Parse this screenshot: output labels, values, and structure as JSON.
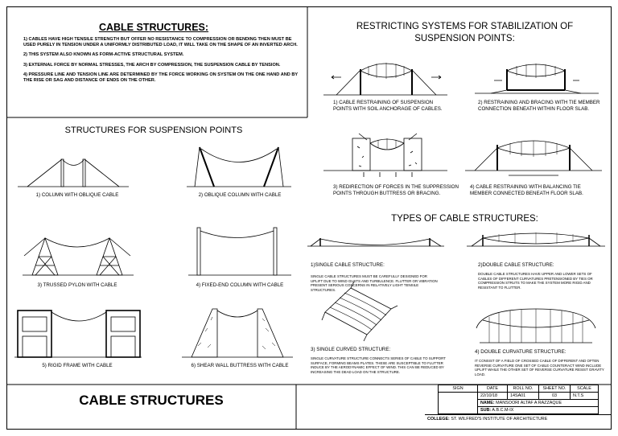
{
  "intro": {
    "title": "CABLE STRUCTURES:",
    "points": [
      "1) CABLES HAVE HIGH TENSILE STRENGTH BUT OFFER NO RESISTANCE TO COMPRESSION OR BENDING THEN MUST BE USED PURELY IN TENSION UNDER A UNIFORMLY DISTRIBUTED LOAD, IT WILL TAKE ON THE SHAPE OF AN INVERTED ARCH.",
      "2) THIS SYSTEM ALSO KNOWN AS FORM-ACTIVE STRUCTURAL SYSTEM.",
      "3) EXTERNAL FORCE BY NORMAL STRESSES, THE ARCH BY COMPRESSION, THE SUSPENSION CABLE BY TENSION.",
      "4) PRESSURE LINE AND TENSION LINE ARE DETERMINED BY THE FORCE WORKING ON SYSTEM ON THE ONE HAND AND BY THE RISE OR SAG AND DISTANCE OF ENDS ON THE OTHER."
    ]
  },
  "suspension": {
    "title": "STRUCTURES FOR SUSPENSION POINTS",
    "captions": [
      "1) COLUMN WITH OBLIQUE CABLE",
      "2) OBLIQUE COLUMN WITH CABLE",
      "3) TRUSSED PYLON WITH CABLE",
      "4) FIXED-END COLUMN WITH CABLE",
      "5) RIGID FRAME WITH CABLE",
      "6) SHEAR WALL BUTTRESS WITH CABLE"
    ]
  },
  "restricting": {
    "title_line1": "RESTRICTING SYSTEMS FOR STABILIZATION OF",
    "title_line2": "SUSPENSION POINTS:",
    "captions": [
      [
        "1) CABLE RESTRAINING OF SUSPENSION",
        "POINTS WITH SOIL ANCHORAGE OF CABLES."
      ],
      [
        "2) RESTRAINING AND BRACING WITH TIE MEMBER",
        "CONNECTION BENEATH WITHIN FLOOR SLAB."
      ],
      [
        "3) REDIRECTION OF FORCES IN THE SUPPRESSION",
        "POINTS THROUGH BUTTRESS OR BRACING."
      ],
      [
        "4) CABLE RESTRAINING WITH BALANCING TIE",
        "MEMBER CONNECTED BENEATH FLOOR SLAB."
      ]
    ]
  },
  "types": {
    "title": "TYPES OF CABLE STRUCTURES:",
    "single": {
      "heading": "1)SINGLE CABLE STRUCTURE:",
      "text": "SINGLE CABLE STRUCTURES MUST BE CAREFULLY DESIGNED FOR UPLIFT DUE TO WIND GUSTS AND TURBULENCE. FLUTTER OR VIBRATION PRESENT SERIOUS CONCERNS IN RELATIVELY LIGHT TENSILE STRUCTURES."
    },
    "double": {
      "heading": "2)DOUBLE CABLE STRUCTURE:",
      "text": "DOUBLE CABLE STRUCTURES HAVE UPPER AND LOWER SETS OF CABLES OF DIFFERENT CURVATURES PRETENSIONED BY TIES OR COMPRESSION STRUTS TO MAKE THE SYSTEM MORE RIGID AND RESISTANT TO FLUTTER."
    },
    "single_curved": {
      "heading": "3) SINGLE CURVED STRUCTURE:",
      "text": "SINGLE CURVATURE STRUCTURE CONNECTS SERIES OF CABLE TO SUPPORT SURFACE, FORMING BEAMS PLATES. THESE ARE SUSCEPTIBLE TO FLUTTER INDUCE BY THE AERODYNAMIC EFFECT OF WIND. THIS CAN BE REDUCED BY INCREASING THE DEAD LOAD ON THE STRUCTURE."
    },
    "double_curvature": {
      "heading": "4) DOUBLE CURVATURE STRUCTURE:",
      "text": "IT CONSIST OF A FIELD OF CROSSED CABLE OF DIFFERENT AND OFTEN REVERSE CURVATURE ONE SET OF CABLE COUNTERACT WIND INCLUDE UPLIFT WHILE THE OTHER SET OF REVERSE CURVATURE RESIST GRAVITY LOAD."
    }
  },
  "footer": {
    "sheet_title": "CABLE STRUCTURES",
    "headers": {
      "sign": "SIGN",
      "date": "DATE",
      "roll": "ROLL NO.",
      "sheet": "SHEET NO.",
      "scale": "SCALE"
    },
    "values": {
      "date": "22/10/18",
      "roll": "14SA01",
      "sheet": "03",
      "scale": "N.T.S"
    },
    "name_label": "NAME:",
    "name_value": "MANSOORI ALTAF A RAZZAQUE",
    "sub_label": "SUB:",
    "sub_value": "A.B.C.M-IX",
    "college_label": "COLLEGE:",
    "college_value": "ST. WILFRED'S INSTITUTE OF ARCHITECTURE"
  },
  "style": {
    "line_color": "#000000",
    "hatch_color": "#444444"
  }
}
